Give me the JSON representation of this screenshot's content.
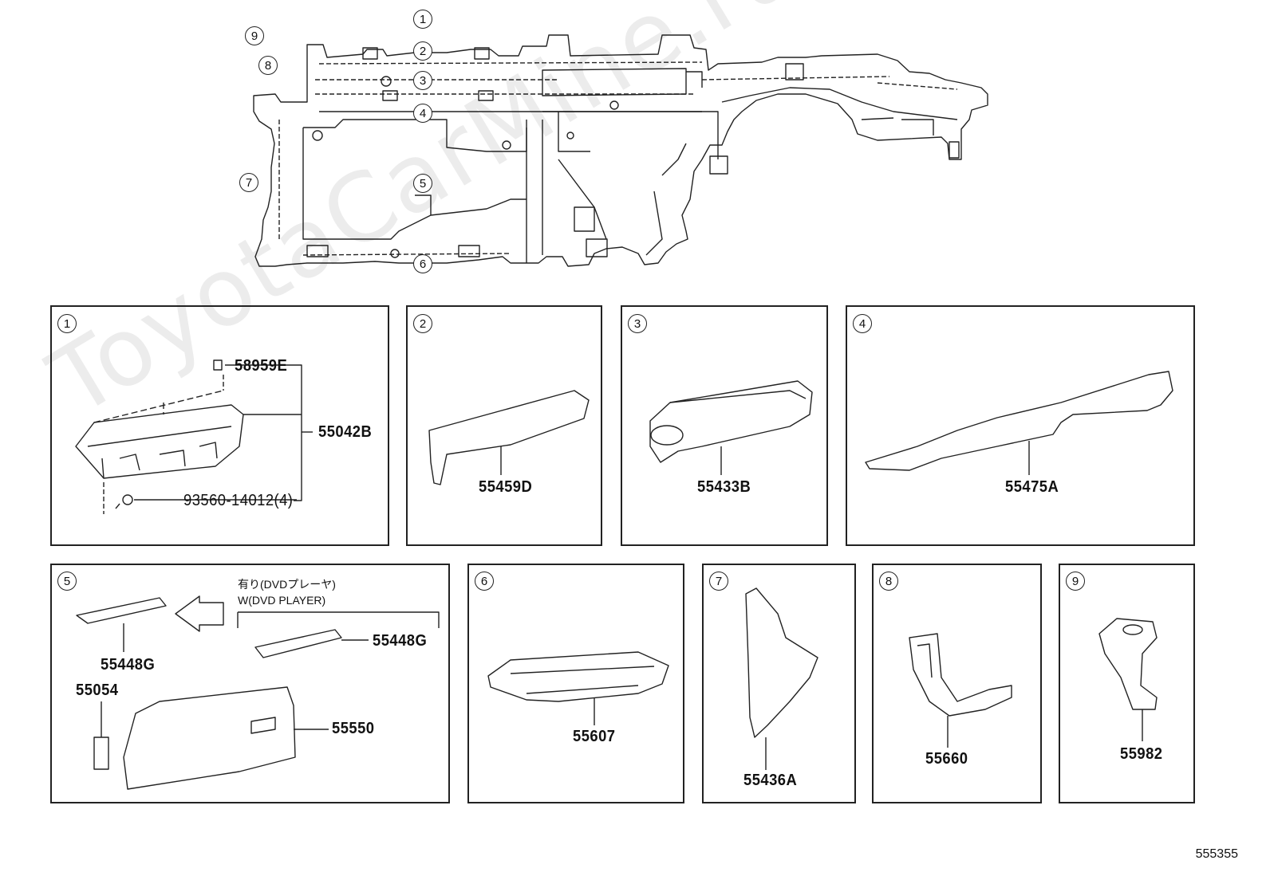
{
  "watermark": "ToyotaCarMine.ru",
  "callouts": {
    "c1": "1",
    "c2": "2",
    "c3": "3",
    "c4": "4",
    "c5": "5",
    "c6": "6",
    "c7": "7",
    "c8": "8",
    "c9": "9"
  },
  "panels": {
    "p1": {
      "num": "1",
      "parts": [
        "58959E",
        "55042B",
        "93560-14012(4)"
      ]
    },
    "p2": {
      "num": "2",
      "parts": [
        "55459D"
      ]
    },
    "p3": {
      "num": "3",
      "parts": [
        "55433B"
      ]
    },
    "p4": {
      "num": "4",
      "parts": [
        "55475A"
      ]
    },
    "p5": {
      "num": "5",
      "parts": [
        "55448G",
        "55448G",
        "55054",
        "55550"
      ],
      "note_jp": "有り(DVDプレーヤ)",
      "note_en": "W(DVD PLAYER)"
    },
    "p6": {
      "num": "6",
      "parts": [
        "55607"
      ]
    },
    "p7": {
      "num": "7",
      "parts": [
        "55436A"
      ]
    },
    "p8": {
      "num": "8",
      "parts": [
        "55660"
      ]
    },
    "p9": {
      "num": "9",
      "parts": [
        "55982"
      ]
    }
  },
  "diagram_code": "555355"
}
